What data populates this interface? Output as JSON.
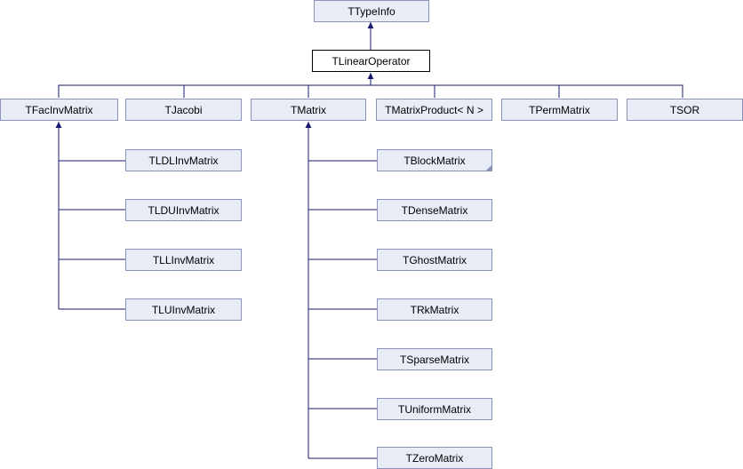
{
  "nodes": {
    "ttypeinfo": "TTypeInfo",
    "tlinearoperator": "TLinearOperator",
    "tfacinvmatrix": "TFacInvMatrix",
    "tjacobi": "TJacobi",
    "tmatrix": "TMatrix",
    "tmatrixproduct": "TMatrixProduct< N >",
    "tpermmatrix": "TPermMatrix",
    "tsor": "TSOR",
    "tldlinvmatrix": "TLDLInvMatrix",
    "tlduinvmatrix": "TLDUInvMatrix",
    "tllinvmatrix": "TLLInvMatrix",
    "tluinvmatrix": "TLUInvMatrix",
    "tblockmatrix": "TBlockMatrix",
    "tdensematrix": "TDenseMatrix",
    "tghostmatrix": "TGhostMatrix",
    "trkmatrix": "TRkMatrix",
    "tsparsematrix": "TSparseMatrix",
    "tuniformmatrix": "TUniformMatrix",
    "tzeromatrix": "TZeroMatrix"
  },
  "colors": {
    "edge": "#191970",
    "node_border": "#8a94ba",
    "node_fill": "#e8ecf6"
  }
}
